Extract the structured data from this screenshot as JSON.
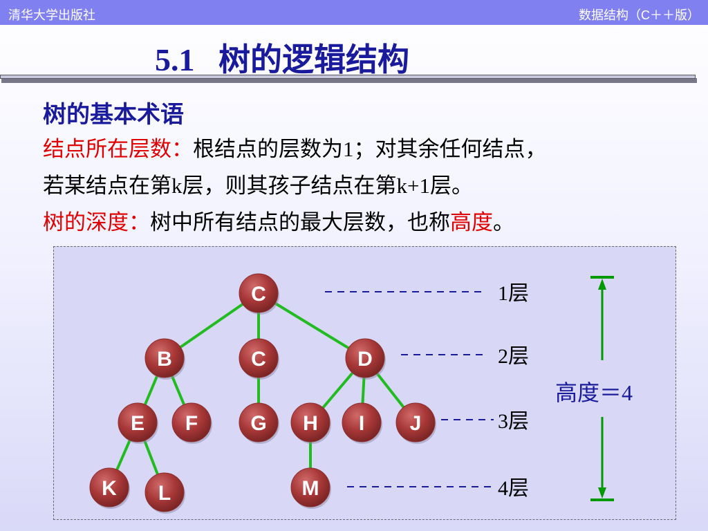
{
  "header": {
    "publisher": "清华大学出版社",
    "course": "数据结构（C＋＋版）"
  },
  "slide": {
    "title": "5.1   树的逻辑结构",
    "subtitle": "树的基本术语",
    "para1": {
      "term": "结点所在层数：",
      "text": "根结点的层数为1；对其余任何结点，"
    },
    "para1_cont": "若某结点在第k层，则其孩子结点在第k+1层。",
    "para2": {
      "term": "树的深度：",
      "text": "树中所有结点的最大层数，也称",
      "highlight": "高度",
      "end": "。"
    }
  },
  "diagram": {
    "nodes": [
      {
        "id": "root",
        "label": "C"
      },
      {
        "id": "b",
        "label": "B"
      },
      {
        "id": "c2",
        "label": "C"
      },
      {
        "id": "d",
        "label": "D"
      },
      {
        "id": "e",
        "label": "E"
      },
      {
        "id": "f",
        "label": "F"
      },
      {
        "id": "g",
        "label": "G"
      },
      {
        "id": "h",
        "label": "H"
      },
      {
        "id": "i",
        "label": "I"
      },
      {
        "id": "j",
        "label": "J"
      },
      {
        "id": "k",
        "label": "K"
      },
      {
        "id": "l",
        "label": "L"
      },
      {
        "id": "m",
        "label": "M"
      }
    ],
    "edges": [
      [
        "root",
        "b"
      ],
      [
        "root",
        "c2"
      ],
      [
        "root",
        "d"
      ],
      [
        "b",
        "e"
      ],
      [
        "b",
        "f"
      ],
      [
        "c2",
        "g"
      ],
      [
        "d",
        "h"
      ],
      [
        "d",
        "i"
      ],
      [
        "d",
        "j"
      ],
      [
        "e",
        "k"
      ],
      [
        "e",
        "l"
      ],
      [
        "h",
        "m"
      ]
    ],
    "levels": [
      "1层",
      "2层",
      "3层",
      "4层"
    ],
    "height_label": "高度＝4",
    "colors": {
      "node": "#a83838",
      "edge": "#22bb22",
      "label": "#ffffff",
      "level_text": "#000000",
      "height_text": "#1a1a9c",
      "dash": "#1a1a9c",
      "arrow": "#009900"
    }
  }
}
